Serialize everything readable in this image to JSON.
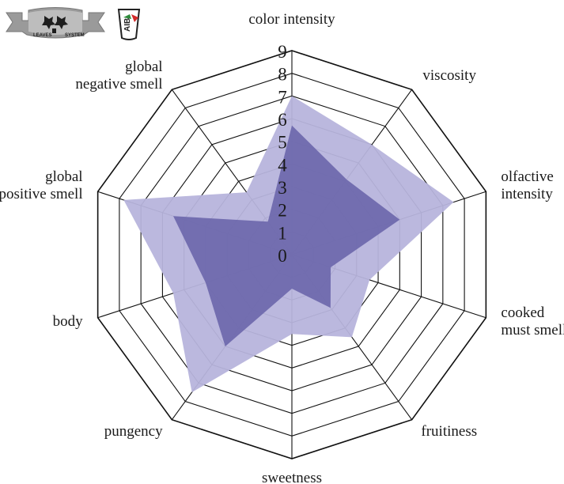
{
  "logos": {
    "left_text_1": "LEAVES",
    "left_text_2": "SYSTEM",
    "right_text": "AIB"
  },
  "chart_data": {
    "type": "radar",
    "axes": [
      "color intensity",
      "viscosity",
      "olfactive intensity",
      "cooked must smell",
      "fruitiness",
      "sweetness",
      "pungency",
      "body",
      "global positive smell",
      "global negative smell"
    ],
    "axis_label_lines": [
      [
        "color intensity"
      ],
      [
        "viscosity"
      ],
      [
        "olfactive",
        "intensity"
      ],
      [
        "cooked",
        "must smell"
      ],
      [
        "fruitiness"
      ],
      [
        "sweetness"
      ],
      [
        "pungency"
      ],
      [
        "body"
      ],
      [
        "global",
        "positive smell"
      ],
      [
        "global",
        "negative smell"
      ]
    ],
    "range": [
      0,
      9
    ],
    "ticks": [
      0,
      1,
      2,
      3,
      4,
      5,
      6,
      7,
      8,
      9
    ],
    "grid": "decagon",
    "series": [
      {
        "values": [
          7.0,
          6.0,
          7.5,
          3.6,
          4.5,
          3.5,
          7.5,
          5.5,
          7.8,
          3.4
        ],
        "color": "#b7b4dc"
      },
      {
        "values": [
          5.7,
          4.1,
          5.0,
          1.8,
          2.9,
          1.5,
          5.0,
          4.0,
          5.5,
          1.8
        ],
        "color": "#6f69ad"
      }
    ]
  }
}
